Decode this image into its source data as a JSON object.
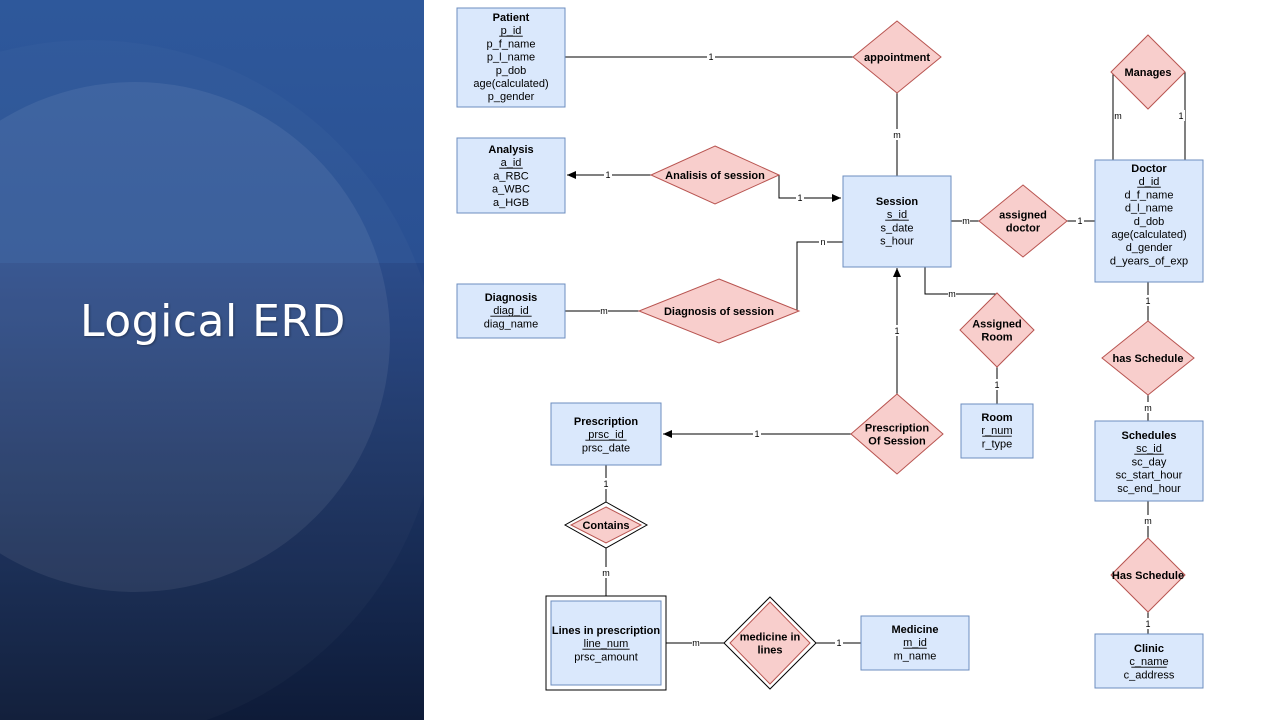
{
  "slide": {
    "title": "Logical ERD"
  },
  "entities": {
    "patient": {
      "name": "Patient",
      "attributes": [
        "p_id",
        "p_f_name",
        "p_l_name",
        "p_dob",
        "age(calculated)",
        "p_gender"
      ]
    },
    "analysis": {
      "name": "Analysis",
      "attributes": [
        "a_id",
        "a_RBC",
        "a_WBC",
        "a_HGB"
      ]
    },
    "diagnosis": {
      "name": "Diagnosis",
      "attributes": [
        "diag_id",
        "diag_name"
      ]
    },
    "session": {
      "name": "Session",
      "attributes": [
        "s_id",
        "s_date",
        "s_hour"
      ]
    },
    "doctor": {
      "name": "Doctor",
      "attributes": [
        "d_id",
        "d_f_name",
        "d_l_name",
        "d_dob",
        "age(calculated)",
        "d_gender",
        "d_years_of_exp"
      ]
    },
    "room": {
      "name": "Room",
      "attributes": [
        "r_num",
        "r_type"
      ]
    },
    "prescription": {
      "name": "Prescription",
      "attributes": [
        "prsc_id",
        "prsc_date"
      ]
    },
    "lines": {
      "name": "Lines in prescription",
      "attributes": [
        "line_num",
        "prsc_amount"
      ]
    },
    "medicine": {
      "name": "Medicine",
      "attributes": [
        "m_id",
        "m_name"
      ]
    },
    "schedules": {
      "name": "Schedules",
      "attributes": [
        "sc_id",
        "sc_day",
        "sc_start_hour",
        "sc_end_hour"
      ]
    },
    "clinic": {
      "name": "Clinic",
      "attributes": [
        "c_name",
        "c_address"
      ]
    }
  },
  "relationships": {
    "appointment": {
      "label": [
        "appointment"
      ]
    },
    "analysis_of_session": {
      "label": [
        "Analisis of session"
      ]
    },
    "diagnosis_of_session": {
      "label": [
        "Diagnosis of session"
      ]
    },
    "assigned_doctor": {
      "label": [
        "assigned",
        "doctor"
      ]
    },
    "assigned_room": {
      "label": [
        "Assigned",
        "Room"
      ]
    },
    "prescription_of_session": {
      "label": [
        "Prescription",
        "Of Session"
      ]
    },
    "manages": {
      "label": [
        "Manages"
      ]
    },
    "has_schedule": {
      "label": [
        "has Schedule"
      ]
    },
    "has_schedule_clinic": {
      "label": [
        "Has Schedule"
      ]
    },
    "contains": {
      "label": [
        "Contains"
      ]
    },
    "medicine_in_lines": {
      "label": [
        "medicine in",
        "lines"
      ]
    }
  },
  "cardinalities": {
    "patient_appointment": "1",
    "appointment_session": "m",
    "analysis_link": "1",
    "analysis_session": "1",
    "diagnosis_link": "m",
    "diagnosis_session": "n",
    "session_assigned": "m",
    "doctor_assigned": "1",
    "session_room": "m",
    "room_link": "1",
    "presc_session": "1",
    "presc_link": "1",
    "manages_m": "m",
    "manages_1": "1",
    "doctor_schedule": "1",
    "schedule_doctor": "m",
    "schedules_clinic": "m",
    "clinic_link": "1",
    "prescription_contains": "1",
    "contains_lines": "m",
    "lines_medicine": "m",
    "medicine_link": "1"
  }
}
